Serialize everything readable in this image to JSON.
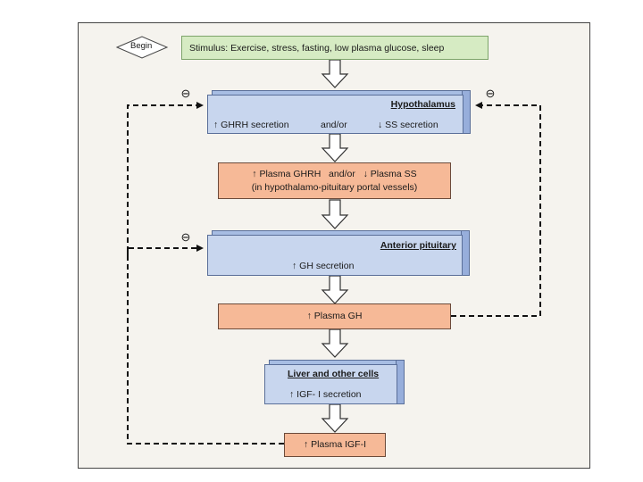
{
  "begin": "Begin",
  "stimulus": "Stimulus: Exercise, stress, fasting, low plasma glucose, sleep",
  "hypothalamus": {
    "title": "Hypothalamus",
    "left": "↑ GHRH secretion",
    "mid": "and/or",
    "right": "↓ SS secretion"
  },
  "plasma_ghrh": {
    "line1": "↑ Plasma GHRH   and/or   ↓ Plasma SS",
    "line2": "(in hypothalamo-pituitary portal vessels)"
  },
  "anterior_pituitary": {
    "title": "Anterior pituitary",
    "line": "↑ GH secretion"
  },
  "plasma_gh": "↑ Plasma GH",
  "liver": {
    "title": "Liver and other cells",
    "line": "↑ IGF- I secretion"
  },
  "plasma_igf": "↑ Plasma IGF-I",
  "inhibit_symbol": "⊖",
  "colors": {
    "stimulus_fill": "#d6ebc3",
    "blue_fill": "#c8d6ee",
    "orange_fill": "#f6b997"
  }
}
